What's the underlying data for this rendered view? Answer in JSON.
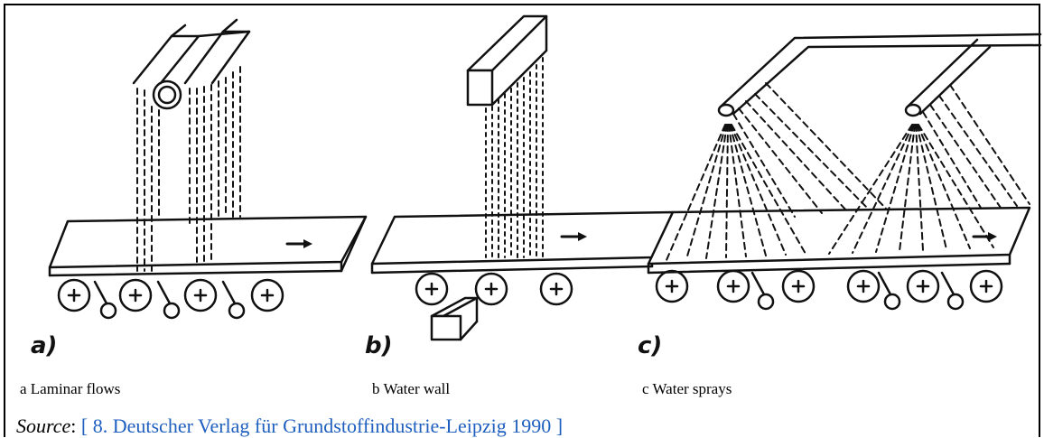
{
  "panels": [
    {
      "letter": "a)",
      "caption": "a  Laminar flows"
    },
    {
      "letter": "b)",
      "caption": "b   Water wall"
    },
    {
      "letter": "c)",
      "caption": "c  Water sprays"
    }
  ],
  "source": {
    "label": "Source",
    "separator": ": ",
    "citation": "[ 8. Deutscher Verlag für Grundstoffindustrie-Leipzig 1990 ]"
  },
  "colors": {
    "ink": "#111111",
    "link": "#1f5fbf",
    "background": "#ffffff"
  }
}
